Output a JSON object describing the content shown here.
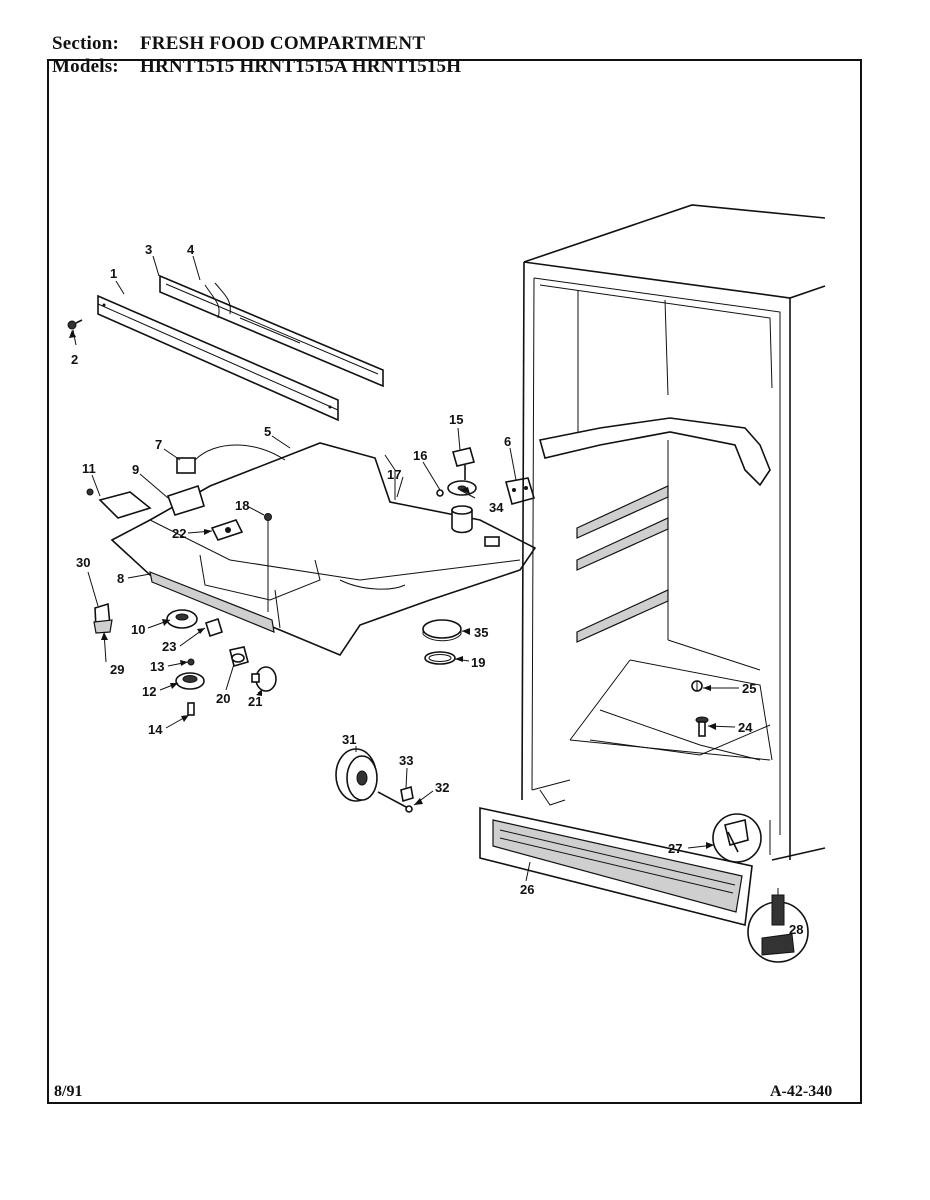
{
  "header": {
    "section_label": "Section:",
    "section_value": "FRESH FOOD COMPARTMENT",
    "models_label": "Models:",
    "models_value": "HRNT1515  HRNT1515A  HRNT1515H"
  },
  "footer": {
    "date": "8/91",
    "code": "A-42-340"
  },
  "callouts": [
    "1",
    "2",
    "3",
    "4",
    "5",
    "6",
    "7",
    "8",
    "9",
    "10",
    "11",
    "12",
    "13",
    "14",
    "15",
    "16",
    "17",
    "18",
    "19",
    "20",
    "21",
    "22",
    "23",
    "24",
    "25",
    "26",
    "27",
    "28",
    "28",
    "29",
    "30",
    "31",
    "32",
    "33",
    "34",
    "35"
  ]
}
